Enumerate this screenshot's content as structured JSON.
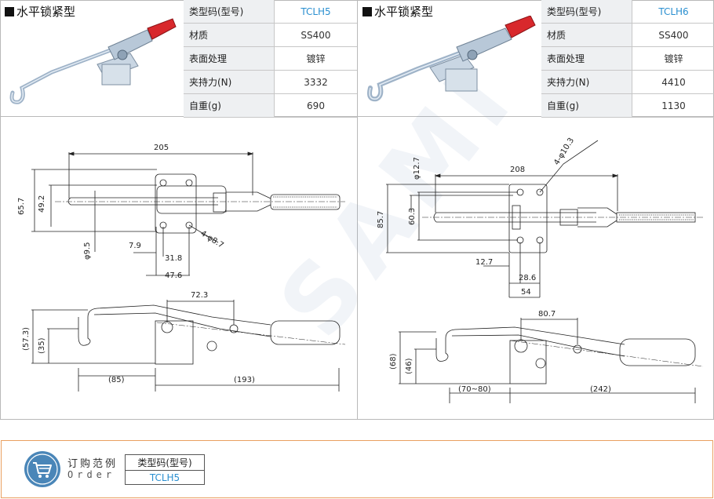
{
  "left": {
    "title": "水平锁紧型",
    "specs": [
      {
        "label": "类型码(型号)",
        "value": "TCLH5",
        "accent": true
      },
      {
        "label": "材质",
        "value": "SS400",
        "accent": false
      },
      {
        "label": "表面处理",
        "value": "镀锌",
        "accent": false
      },
      {
        "label": "夹持力(N)",
        "value": "3332",
        "accent": false
      },
      {
        "label": "自重(g)",
        "value": "690",
        "accent": false
      }
    ],
    "dims": {
      "d205": "205",
      "d65_7": "65.7",
      "d49_2": "49.2",
      "d9_5": "φ9.5",
      "d7_9": "7.9",
      "d31_8": "31.8",
      "d47_6": "47.6",
      "d4_8_7": "4-φ8.7",
      "d72_3": "72.3",
      "d57_3": "(57.3)",
      "d35": "(35)",
      "d85": "(85)",
      "d193": "(193)"
    }
  },
  "right": {
    "title": "水平锁紧型",
    "specs": [
      {
        "label": "类型码(型号)",
        "value": "TCLH6",
        "accent": true
      },
      {
        "label": "材质",
        "value": "SS400",
        "accent": false
      },
      {
        "label": "表面处理",
        "value": "镀锌",
        "accent": false
      },
      {
        "label": "夹持力(N)",
        "value": "4410",
        "accent": false
      },
      {
        "label": "自重(g)",
        "value": "1130",
        "accent": false
      }
    ],
    "dims": {
      "d12_7top": "φ12.7",
      "d4_10_3": "4-φ10.3",
      "d208": "208",
      "d85_7": "85.7",
      "d60_3": "60.3",
      "d12_7": "12.7",
      "d28_6": "28.6",
      "d54": "54",
      "d80_7": "80.7",
      "d68": "(68)",
      "d46": "(46)",
      "d70_80": "(70~80)",
      "d242": "(242)"
    }
  },
  "order": {
    "title_cn": "订购范例",
    "title_en": "Order",
    "table_header": "类型码(型号)",
    "table_value": "TCLH5"
  },
  "watermark": "SAMI",
  "colors": {
    "accent": "#2a8fd0",
    "handle": "#d8282c",
    "order_border": "#e9a060",
    "icon": "#4a86b8"
  }
}
